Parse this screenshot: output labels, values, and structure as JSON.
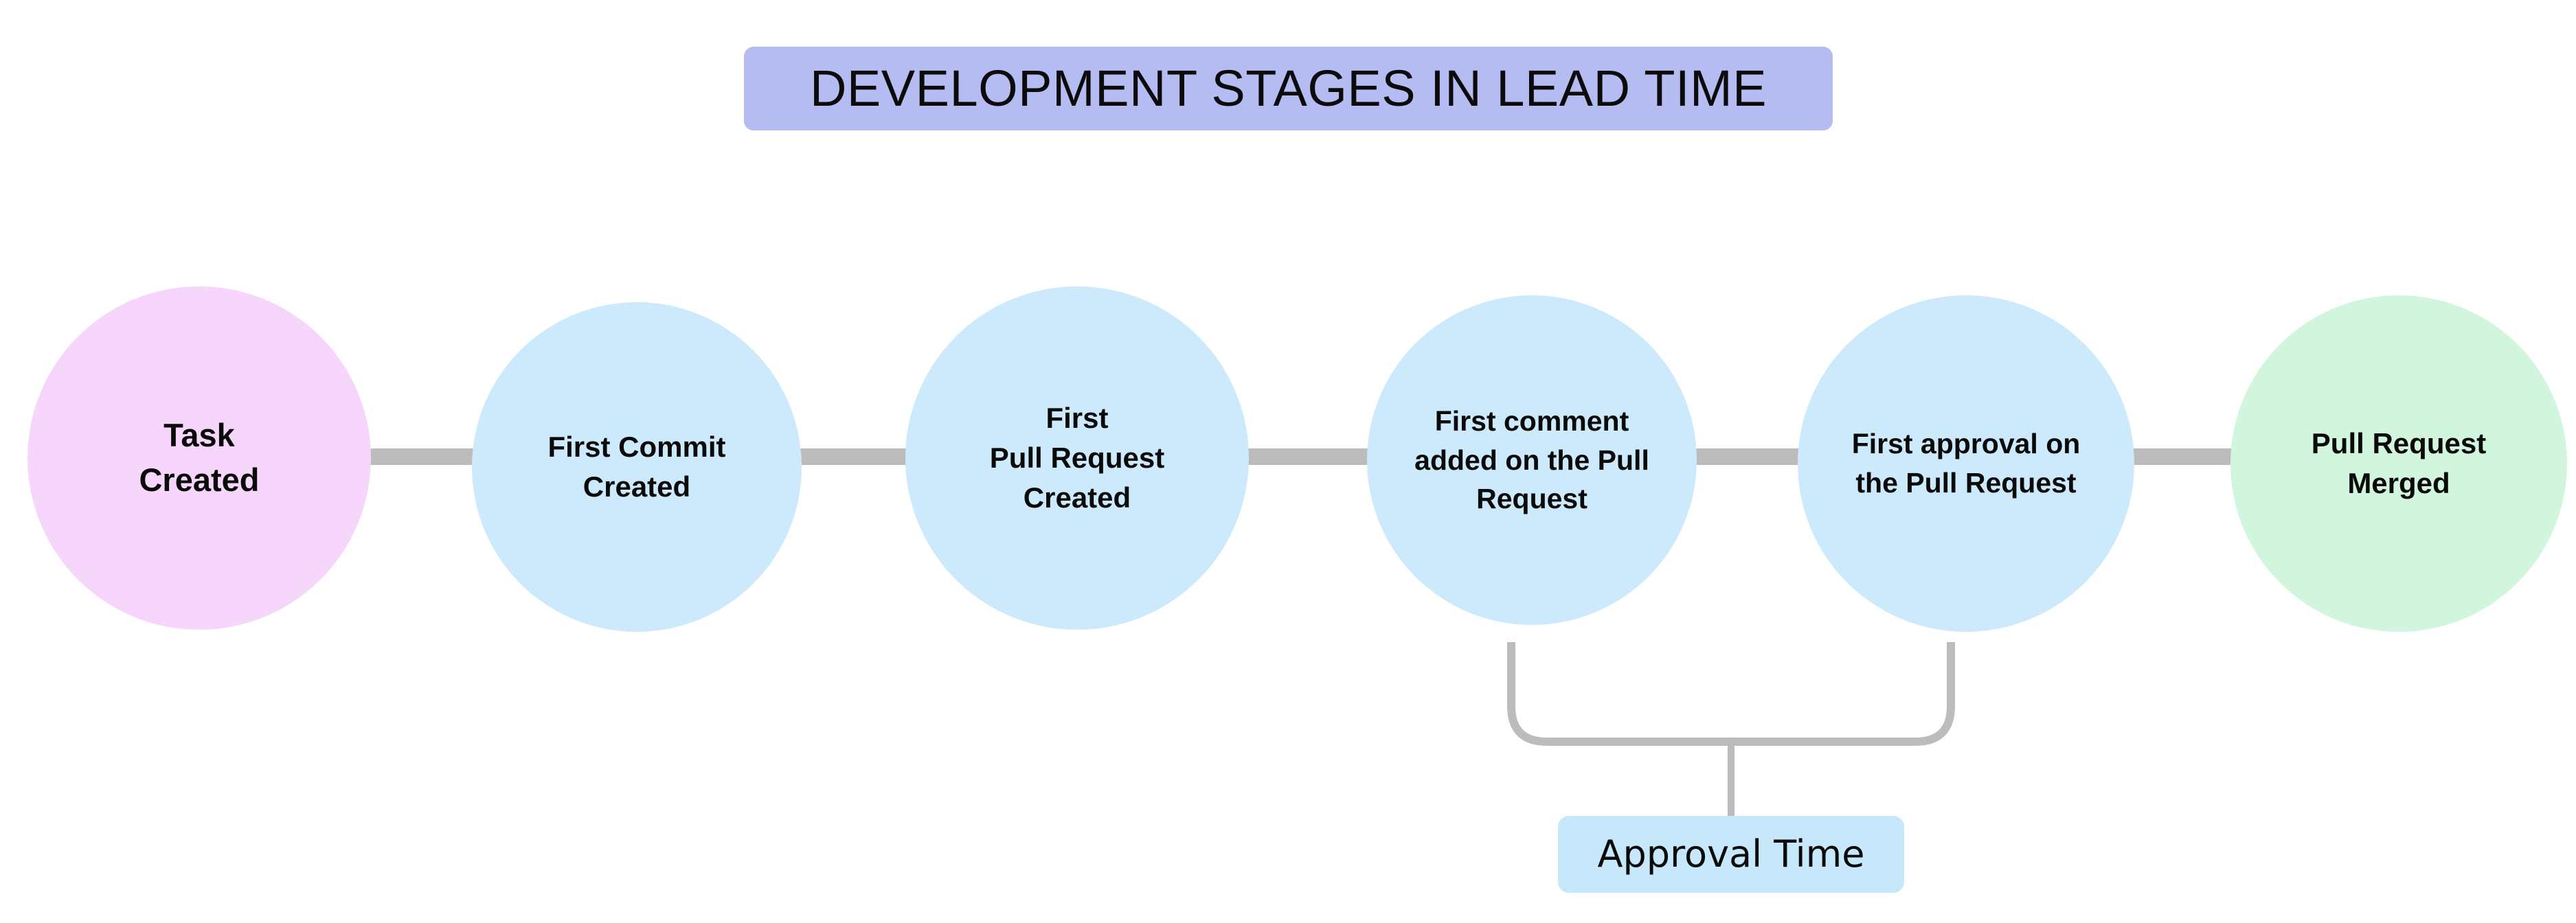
{
  "diagram": {
    "title": "DEVELOPMENT STAGES IN LEAD TIME",
    "title_bg": "#b5bcf2",
    "connector_color": "#bcbcbc",
    "background": "#ffffff",
    "stages": [
      {
        "id": "task-created",
        "label": "Task\nCreated",
        "color": "#f6d7fb"
      },
      {
        "id": "first-commit-created",
        "label": "First Commit\nCreated",
        "color": "#cdeafd"
      },
      {
        "id": "first-pull-request-created",
        "label": "First\nPull Request\nCreated",
        "color": "#cdeafd"
      },
      {
        "id": "first-comment-added",
        "label": "First comment\nadded on the Pull\nRequest",
        "color": "#cdeafd"
      },
      {
        "id": "first-approval",
        "label": "First approval on\nthe Pull Request",
        "color": "#cdeafd"
      },
      {
        "id": "pull-request-merged",
        "label": "Pull Request\nMerged",
        "color": "#d2f5dd"
      }
    ],
    "callout": {
      "label": "Approval Time",
      "color": "#c7e8fb",
      "spans_from": "first-comment-added",
      "spans_to": "first-approval"
    }
  }
}
